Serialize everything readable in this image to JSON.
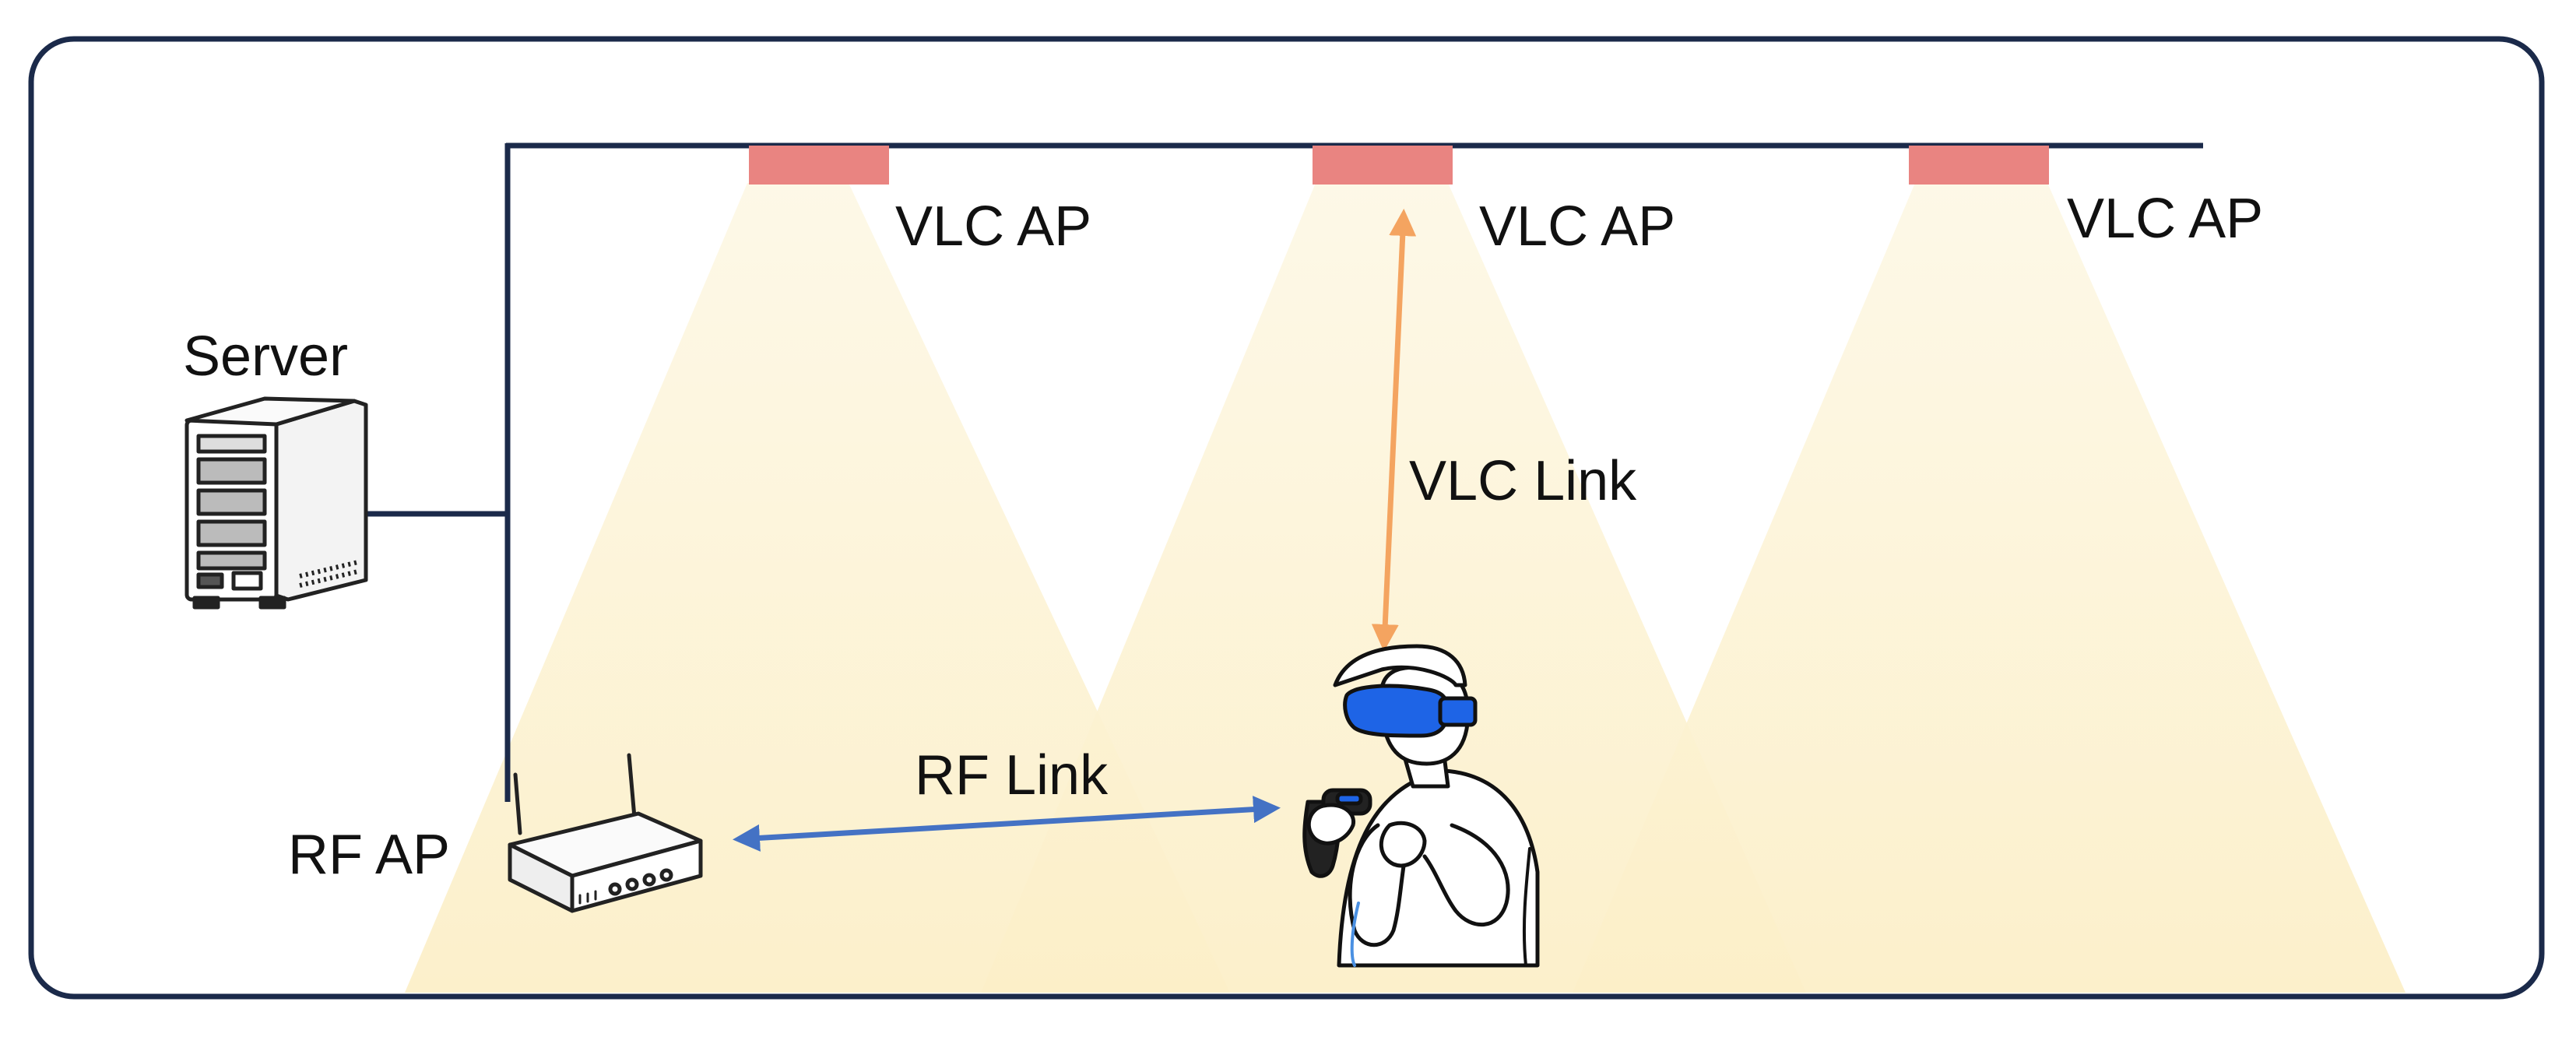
{
  "labels": {
    "server": "Server",
    "rf_ap": "RF AP",
    "rf_link": "RF Link",
    "vlc_link": "VLC Link",
    "vlc_ap_1": "VLC AP",
    "vlc_ap_2": "VLC AP",
    "vlc_ap_3": "VLC AP"
  },
  "colors": {
    "frame": "#1b2a4a",
    "bus": "#1b2a4a",
    "vlc_ap": "#e98481",
    "light_cone": "#fdf6dc",
    "rf_link": "#4472c4",
    "vlc_link": "#f4a460",
    "headset": "#1e64e6"
  },
  "icons": {
    "server": "server-icon",
    "router": "router-icon",
    "vr_user": "vr-user-icon"
  }
}
